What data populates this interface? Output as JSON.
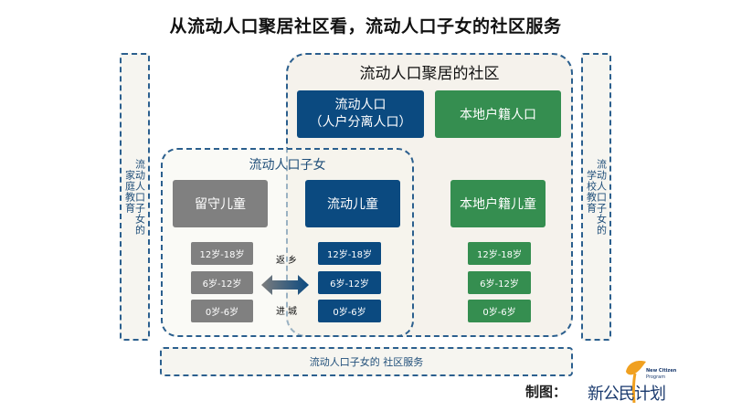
{
  "title": "从流动人口聚居社区看，流动人口子女的社区服务",
  "left_panel": {
    "line1": "流动人口子女的",
    "line2": "家庭教育"
  },
  "right_panel": {
    "line1": "流动人口子女的",
    "line2": "学校教育"
  },
  "community": {
    "title": "流动人口聚居的社区",
    "migrant_population": {
      "line1": "流动人口",
      "line2": "（人户分离人口）"
    },
    "local_population": "本地户籍人口"
  },
  "children": {
    "title": "流动人口子女",
    "left_behind": {
      "label": "留守儿童",
      "ages": [
        "12岁-18岁",
        "6岁-12岁",
        "0岁-6岁"
      ]
    },
    "migrant": {
      "label": "流动儿童",
      "ages": [
        "12岁-18岁",
        "6岁-12岁",
        "0岁-6岁"
      ]
    },
    "local": {
      "label": "本地户籍儿童",
      "ages": [
        "12岁-18岁",
        "6岁-12岁",
        "0岁-6岁"
      ]
    }
  },
  "arrow": {
    "top_label": "返乡",
    "bottom_label": "进城"
  },
  "bottom_panel": "流动人口子女的 社区服务",
  "footer": {
    "made_by": "制图：",
    "logo_cn": "新公民计划",
    "logo_en_1": "New Citizen",
    "logo_en_2": "Program"
  },
  "colors": {
    "blue": "#0b4a80",
    "green": "#358e50",
    "gray": "#808080",
    "dash": "#2b5f8e",
    "panel_bg": "#f5f2ec"
  }
}
